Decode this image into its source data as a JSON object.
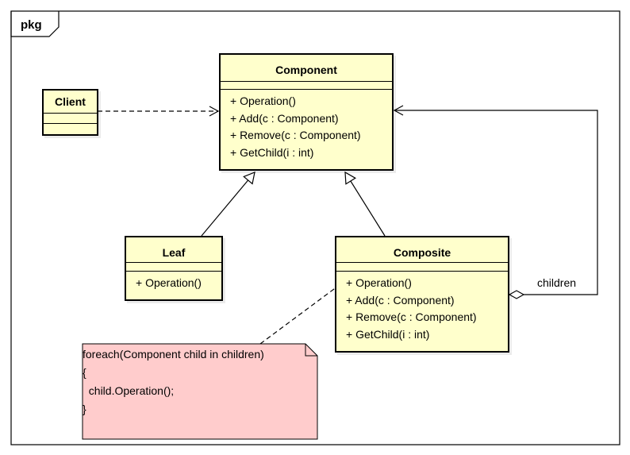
{
  "package": {
    "label": "pkg"
  },
  "client": {
    "name": "Client"
  },
  "component": {
    "name": "Component",
    "operations": [
      "+ Operation()",
      "+ Add(c : Component)",
      "+ Remove(c : Component)",
      "+ GetChild(i : int)"
    ]
  },
  "leaf": {
    "name": "Leaf",
    "operations": [
      "+ Operation()"
    ]
  },
  "composite": {
    "name": "Composite",
    "operations": [
      "+ Operation()",
      "+ Add(c : Component)",
      "+ Remove(c : Component)",
      "+ GetChild(i : int)"
    ]
  },
  "association": {
    "label": "children"
  },
  "note": {
    "lines": [
      "foreach(Component child in children)",
      "{",
      "  child.Operation();",
      "}"
    ]
  },
  "colors": {
    "class_fill": "#ffffcc",
    "note_fill": "#ffcccc",
    "stroke": "#000000"
  }
}
